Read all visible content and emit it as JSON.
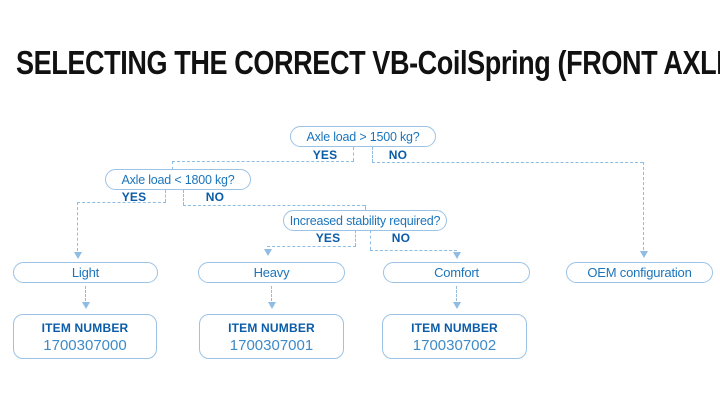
{
  "title": "SELECTING THE CORRECT VB-CoilSpring (FRONT AXLE)",
  "colors": {
    "box_border_blue": "#9cc2e5",
    "dashed_line_blue": "#8fbce3",
    "question_text_blue": "#1b75bc",
    "bold_label_blue": "#0b5ca8",
    "item_number_blue": "#3e8bc8",
    "title_black": "#111111"
  },
  "flow": {
    "d1": {
      "question": "Axle load > 1500 kg?",
      "yes": "YES",
      "no": "NO"
    },
    "d2": {
      "question": "Axle load < 1800 kg?",
      "yes": "YES",
      "no": "NO"
    },
    "d3": {
      "question": "Increased stability required?",
      "yes": "YES",
      "no": "NO"
    },
    "results": {
      "light": {
        "label": "Light"
      },
      "heavy": {
        "label": "Heavy"
      },
      "comfort": {
        "label": "Comfort"
      },
      "oem": {
        "label": "OEM configuration"
      }
    },
    "items": {
      "light": {
        "heading": "ITEM NUMBER",
        "number": "1700307000"
      },
      "heavy": {
        "heading": "ITEM NUMBER",
        "number": "1700307001"
      },
      "comfort": {
        "heading": "ITEM NUMBER",
        "number": "1700307002"
      }
    }
  }
}
